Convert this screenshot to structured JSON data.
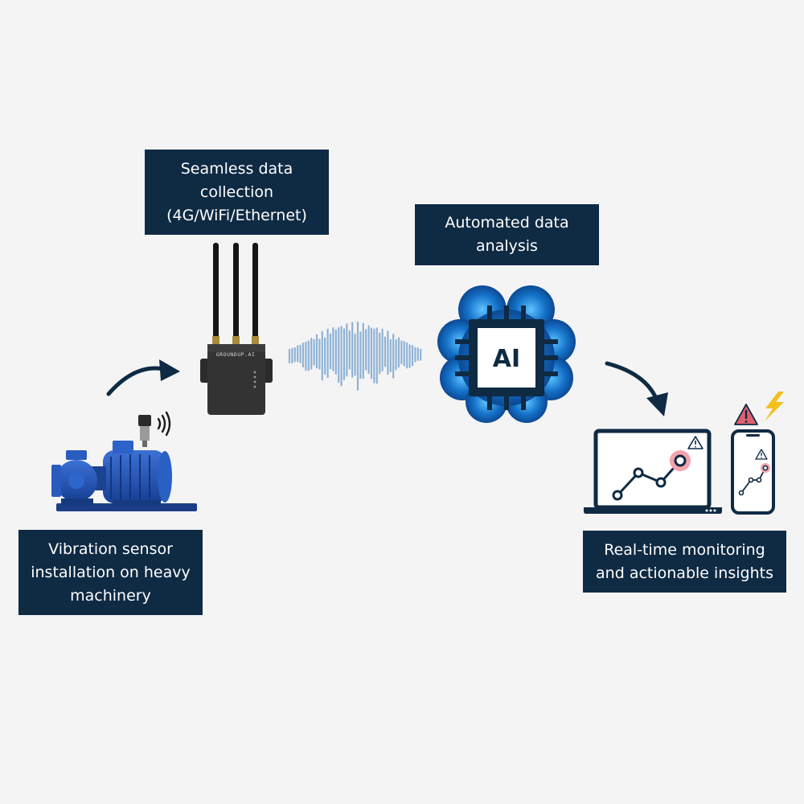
{
  "labels": {
    "data_collection": [
      "Seamless data",
      "collection",
      "(4G/WiFi/Ethernet)"
    ],
    "data_analysis": [
      "Automated data",
      "analysis"
    ],
    "sensor_installation": [
      "Vibration sensor",
      "installation on heavy",
      "machinery"
    ],
    "insights": [
      "Real-time monitoring",
      "and actionable insights"
    ]
  },
  "router": {
    "brand": "GROUNDUP.AI"
  },
  "ai_chip": {
    "text": "AI"
  },
  "colors": {
    "background": "#f4f4f5",
    "label_bg": "#0f2a43",
    "label_text": "#ffffff",
    "arrow": "#0f2a43",
    "pump_blue": "#1f4fa8",
    "waveform": "#8fb2d4",
    "alert_red": "#e0606e",
    "bolt_yellow": "#f3c11b"
  },
  "icons": [
    "arrow-icon",
    "wireless-signal-icon",
    "warning-icon",
    "lightning-bolt-icon",
    "waveform-icon"
  ]
}
